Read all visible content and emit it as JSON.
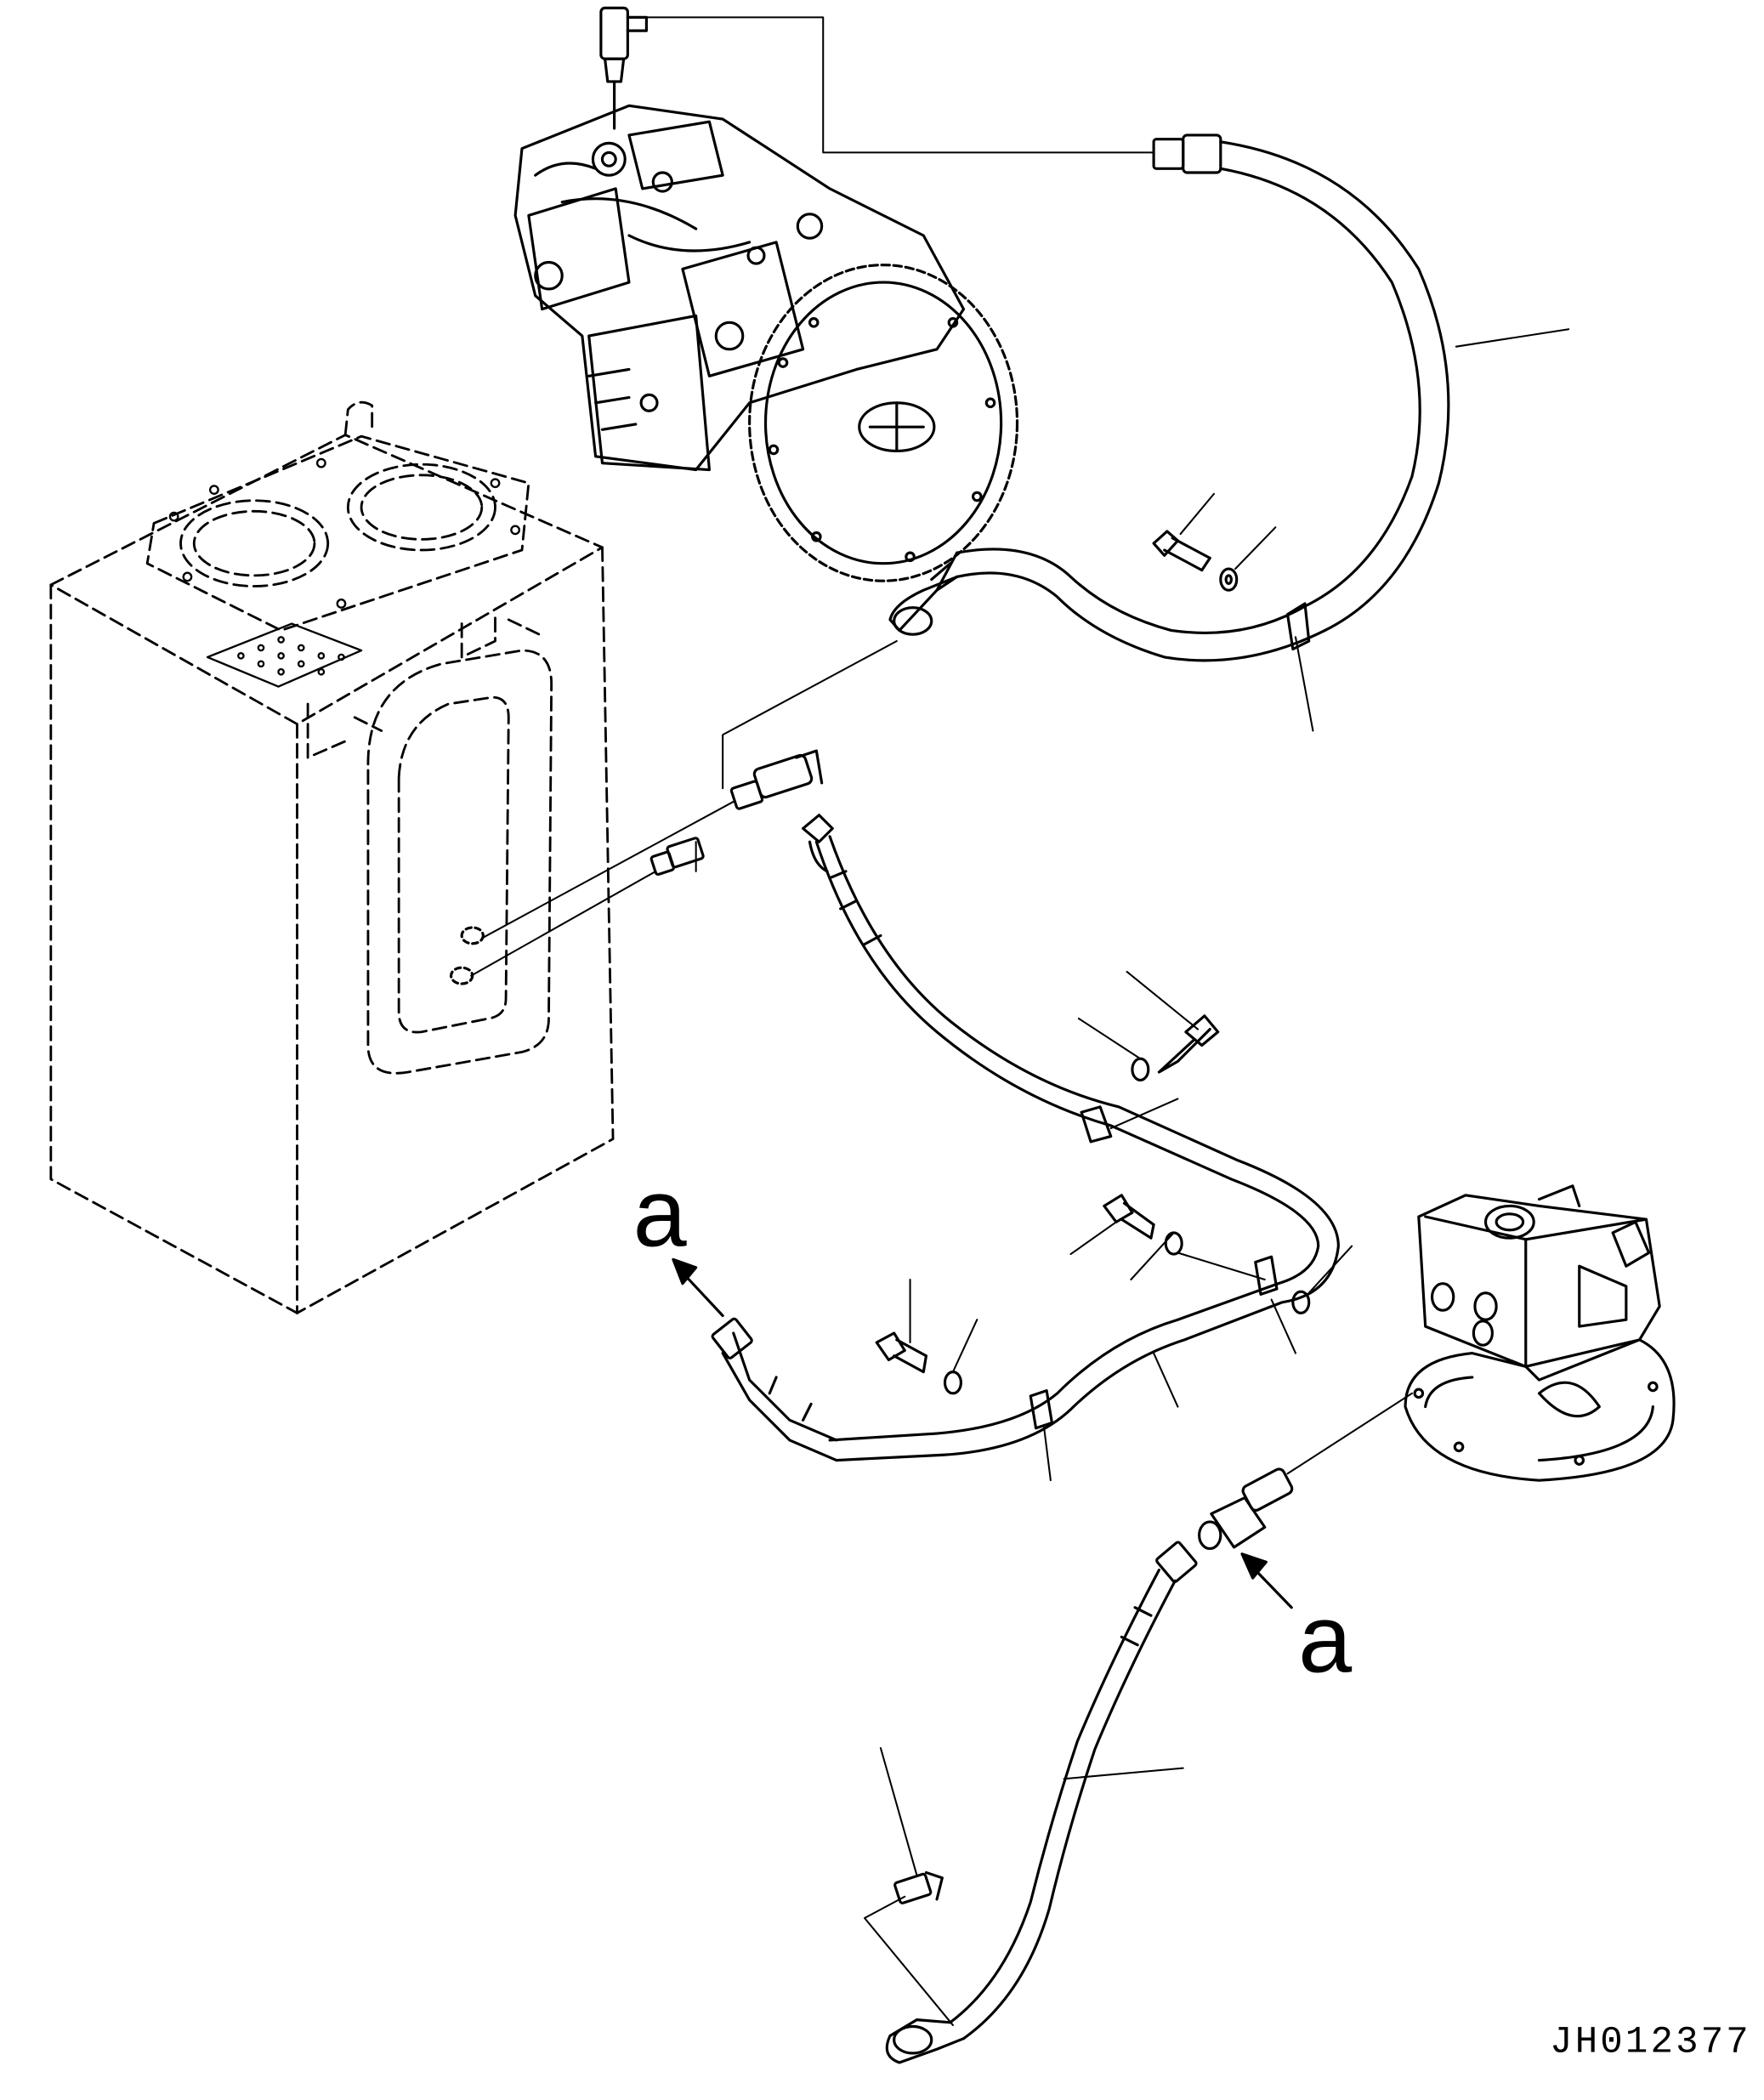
{
  "labels": {
    "connection_a_left": "a",
    "connection_a_right": "a"
  },
  "drawing_id": "JH012377",
  "colors": {
    "line": "#000000",
    "background": "#ffffff"
  },
  "parts": {
    "main_pump": "main-pump",
    "hydraulic_tank": "hydraulic-tank",
    "swing_motor": "swing-motor"
  }
}
